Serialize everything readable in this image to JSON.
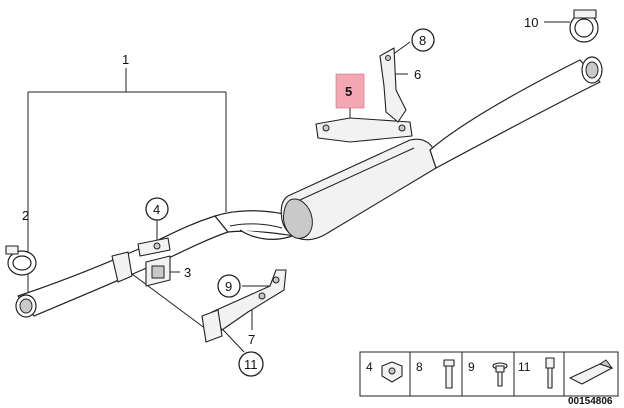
{
  "diagram": {
    "part_labels": {
      "p1": "1",
      "p2": "2",
      "p3": "3",
      "p4": "4",
      "p5": "5",
      "p6": "6",
      "p7": "7",
      "p8": "8",
      "p9": "9",
      "p10": "10",
      "p11": "11"
    },
    "highlight_color": "#f4a6b3",
    "legend": {
      "items": [
        "4",
        "8",
        "9",
        "11"
      ]
    },
    "reference_number": "00154806"
  }
}
